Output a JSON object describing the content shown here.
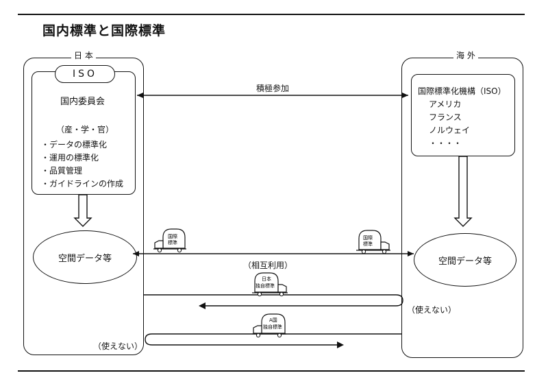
{
  "title": "国内標準と国際標準",
  "japan": {
    "region_label": "日 本",
    "iso_label": "ISO",
    "committee": "国内委員会",
    "members": "（産・学・官）",
    "items": [
      "・データの標準化",
      "・運用の標準化",
      "・品質管理",
      "・ガイドラインの作成"
    ],
    "spatial": "空間データ等",
    "unusable": "（使えない）"
  },
  "overseas": {
    "region_label": "海 外",
    "org": "国際標準化機構（ISO）",
    "countries": [
      "アメリカ",
      "フランス",
      "ノルウェイ",
      "・・・・"
    ],
    "spatial": "空間データ等",
    "unusable": "（使えない）"
  },
  "arrows": {
    "participation": "積極参加",
    "mutual_use": "（相互利用）"
  },
  "trucks": {
    "intl_line1": "国際",
    "intl_line2": "標準",
    "japan_line1": "日本",
    "japan_line2": "独自標準",
    "country_a_line1": "A国",
    "country_a_line2": "独自標準"
  },
  "colors": {
    "ink": "#111111",
    "background": "#ffffff"
  }
}
